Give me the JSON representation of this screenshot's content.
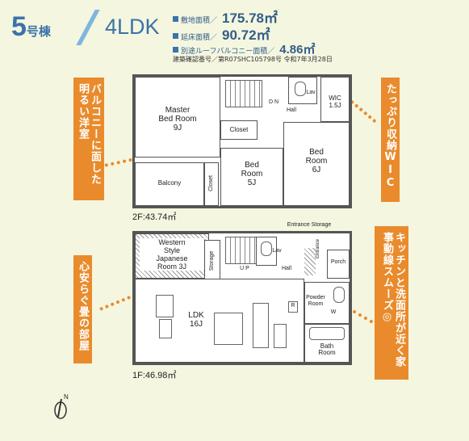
{
  "header": {
    "unit_number": "5",
    "unit_suffix": "号棟",
    "layout_type": "4LDK",
    "site_area_label": "敷地面積／",
    "site_area_value": "175.78㎡",
    "floor_area_label": "延床面積／",
    "floor_area_value": "90.72㎡",
    "balcony_label": "別途ルーフバルコニー面積／",
    "balcony_value": "4.86㎡",
    "permit_text": "建築確認番号／第R07SHC105798号 令和7年3月28日"
  },
  "tags": {
    "balcony_room": "バルコニーに面した明るい洋室",
    "storage": "たっぷり収納WIC",
    "japanese_room": "心安らぐ畳の部屋",
    "kitchen": "キッチンと洗面所が近く家事動線スムーズ◎"
  },
  "floor2": {
    "label": "2F:43.74㎡",
    "rooms": {
      "master": "Master\nBed Room\n9J",
      "closet_master": "Closet",
      "balcony": "Balcony",
      "closet_side": "Closet",
      "bed5": "Bed\nRoom\n5J",
      "bed6": "Bed\nRoom\n6J",
      "wic": "WIC\n1.5J",
      "hall": "Hall",
      "dn": "D N",
      "lav": "Lav"
    }
  },
  "floor1": {
    "label": "1F:46.98㎡",
    "rooms": {
      "japanese": "Western\nStyle\nJapanese\nRoom 3J",
      "storage": "Storage",
      "ldk": "LDK\n16J",
      "entrance_storage": "Entrance Storage",
      "hall": "Hall",
      "up": "U P",
      "lav": "Lav",
      "porch": "Porch",
      "entrance": "Entrance",
      "powder": "Powder\nRoom",
      "bath": "Bath\nRoom",
      "r": "R",
      "w": "W"
    }
  },
  "compass_label": "N",
  "colors": {
    "background": "#f4f6e0",
    "accent_blue": "#3a74a8",
    "tag_orange": "#e98b2c"
  }
}
